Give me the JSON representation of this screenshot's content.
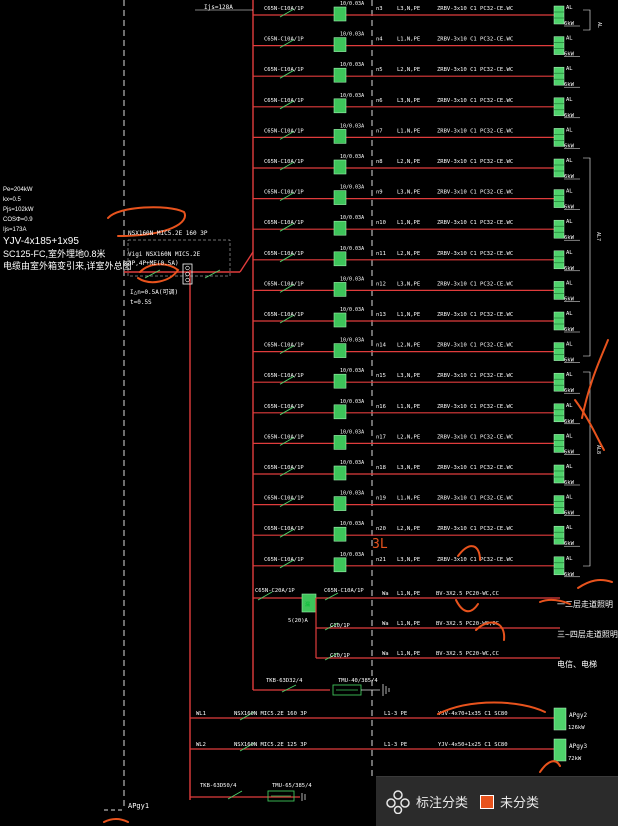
{
  "main_breaker": {
    "rating": "Ijs=128A"
  },
  "circuit_breaker": "C65N-C10A/1P",
  "rcd": "10/0.03A",
  "cable": "ZRBV-3x10 C1 PC32-CE.WC",
  "panel_label": "AL",
  "panel_power": "6kW",
  "branch_circuits": [
    {
      "id": "n3",
      "phase": "L3,N,PE"
    },
    {
      "id": "n4",
      "phase": "L1,N,PE"
    },
    {
      "id": "n5",
      "phase": "L2,N,PE"
    },
    {
      "id": "n6",
      "phase": "L3,N,PE"
    },
    {
      "id": "n7",
      "phase": "L1,N,PE"
    },
    {
      "id": "n8",
      "phase": "L2,N,PE"
    },
    {
      "id": "n9",
      "phase": "L3,N,PE"
    },
    {
      "id": "n10",
      "phase": "L1,N,PE"
    },
    {
      "id": "n11",
      "phase": "L2,N,PE"
    },
    {
      "id": "n12",
      "phase": "L3,N,PE"
    },
    {
      "id": "n13",
      "phase": "L1,N,PE"
    },
    {
      "id": "n14",
      "phase": "L2,N,PE"
    },
    {
      "id": "n15",
      "phase": "L3,N,PE"
    },
    {
      "id": "n16",
      "phase": "L1,N,PE"
    },
    {
      "id": "n17",
      "phase": "L2,N,PE"
    },
    {
      "id": "n18",
      "phase": "L3,N,PE"
    },
    {
      "id": "n19",
      "phase": "L1,N,PE"
    },
    {
      "id": "n20",
      "phase": "L2,N,PE"
    },
    {
      "id": "n21",
      "phase": "L3,N,PE"
    }
  ],
  "bracket_labels": [
    "AL7",
    "AL8"
  ],
  "incoming": {
    "pe": "Pe=204kW",
    "kx": "kx=0.5",
    "pjs": "Pjs=102kW",
    "cos": "COSΦ=0.9",
    "ijs": "Ijs=173A",
    "cable1": "YJV-4x185+1x95",
    "cable2": "SC125-FC,室外埋地0.8米",
    "note": "电缆由室外箱变引来,详室外总图"
  },
  "main_switch": {
    "model": "NSX160N MIC5.2E 160 3P",
    "vigi": "Vigi NSX160N MIC5.2E",
    "rcd_spec": "3P,4P+ME(0.5A)",
    "leak": "I△n=0.5A(可调)",
    "time": "t=0.5S"
  },
  "lighting": {
    "main_breaker": "C65N-C20A/1P",
    "rcd": "5(20)A",
    "sub_breaker": "C65N-C10A/1P",
    "small_breaker": "C10/1P",
    "circuits": [
      {
        "id": "Wa",
        "phase": "L1,N,PE",
        "cable": "BV-3X2.5  PC20-WC,CC",
        "desc": "一二层走道照明"
      },
      {
        "id": "Wa",
        "phase": "L1,N,PE",
        "cable": "BV-3X2.5  PC20-WC,CC",
        "desc": "三~四层走道照明"
      },
      {
        "id": "Wa",
        "phase": "L1,N,PE",
        "cable": "BV-3X2.5  PC20-WC,CC",
        "desc": "电信、电梯"
      }
    ]
  },
  "spd": {
    "breaker": "TKB-63D32/4",
    "device": "TMU-40/385/4"
  },
  "feeders": [
    {
      "id": "WL1",
      "breaker": "NSX160N MIC5.2E 160 3P",
      "phase": "L1-3 PE",
      "cable": "YJV-4x70+1x35 C1 SC80",
      "panel": "APgy2",
      "power": "126kW"
    },
    {
      "id": "WL2",
      "breaker": "NSX160N MIC5.2E 125 3P",
      "phase": "L1-3 PE",
      "cable": "YJV-4x50+1x25 C1 SC80",
      "panel": "APgy3",
      "power": "72kW"
    }
  ],
  "spd2": {
    "breaker": "TKB-63D50/4",
    "device": "TMU-65/385/4"
  },
  "board_label": "APgy1",
  "handwritten": "3L",
  "toolbar": {
    "annotate_label": "标注分类",
    "unclassified_label": "未分类",
    "accent": "#e8531d"
  }
}
